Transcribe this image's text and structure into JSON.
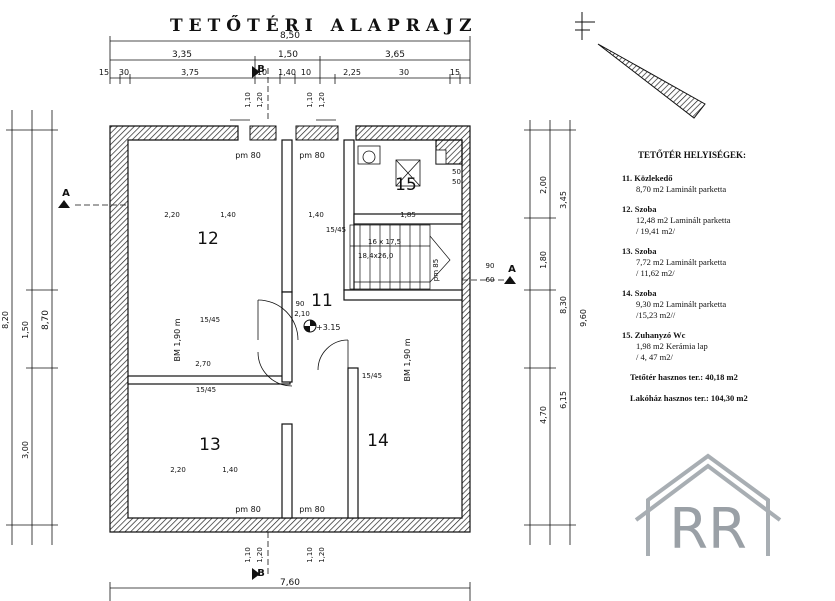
{
  "title": "TETŐTÉRI ALAPRAJZ",
  "legend": {
    "heading": "TETŐTÉR HELYISÉGEK:",
    "rooms": [
      {
        "name": "11. Közlekedő",
        "lines": [
          "8,70 m2 Laminált parketta"
        ]
      },
      {
        "name": "12. Szoba",
        "lines": [
          "12,48 m2 Laminált parketta",
          "/ 19,41 m2/"
        ]
      },
      {
        "name": "13. Szoba",
        "lines": [
          "7,72 m2 Laminált parketta",
          "/ 11,62 m2/"
        ]
      },
      {
        "name": "14. Szoba",
        "lines": [
          "9,30 m2 Laminált parketta",
          "/15,23 m2//"
        ]
      },
      {
        "name": "15. Zuhanyzó Wc",
        "lines": [
          "1,98 m2 Kerámia lap",
          "/ 4, 47 m2/"
        ]
      }
    ],
    "floor_total": "Tetőtér hasznos ter.: 40,18 m2",
    "house_total": "Lakóház hasznos ter.: 104,30 m2"
  },
  "room_numbers": [
    "11",
    "12",
    "13",
    "14",
    "15"
  ],
  "dims": {
    "top_total": "8,50",
    "top_row2": [
      "3,35",
      "1,50",
      "3,65"
    ],
    "top_row3": [
      "15",
      "30",
      "3,75",
      "10",
      "1,40",
      "10",
      "2,25",
      "30",
      "15"
    ],
    "bottom_total": "7,60",
    "left_total": "8,70",
    "left_segments": [
      "3,00",
      "1,50",
      "8,20"
    ],
    "right_segments": [
      "2,00",
      "3,45",
      "1,80",
      "4,70",
      "6,15",
      "8,30",
      "9,60"
    ],
    "interior": [
      "2,20",
      "1,40",
      "1,40",
      "1,85",
      "2,70",
      "2,20",
      "1,40",
      "15/45",
      "15/45",
      "15/45",
      "15/45"
    ],
    "vertical_small": [
      "1,10",
      "1,20"
    ],
    "openings": [
      "pm 80",
      "pm 80",
      "pm 80",
      "pm 80",
      "pm 85"
    ],
    "bm_labels": [
      "BM 1,90 m",
      "BM 1,90 m"
    ],
    "level": "+3.15",
    "stairs": "16 x 17,5",
    "stair_ratio": "18,4x26,0",
    "door_dim": [
      "90",
      "2,10"
    ],
    "chimney": [
      "50",
      "50"
    ],
    "window_right": [
      "90",
      "60"
    ]
  },
  "section_marks": [
    "A",
    "A",
    "B",
    "B"
  ],
  "watermark_letters": "RR",
  "colors": {
    "wall_hatch": "#222222",
    "watermark": "#9aa0a6"
  }
}
